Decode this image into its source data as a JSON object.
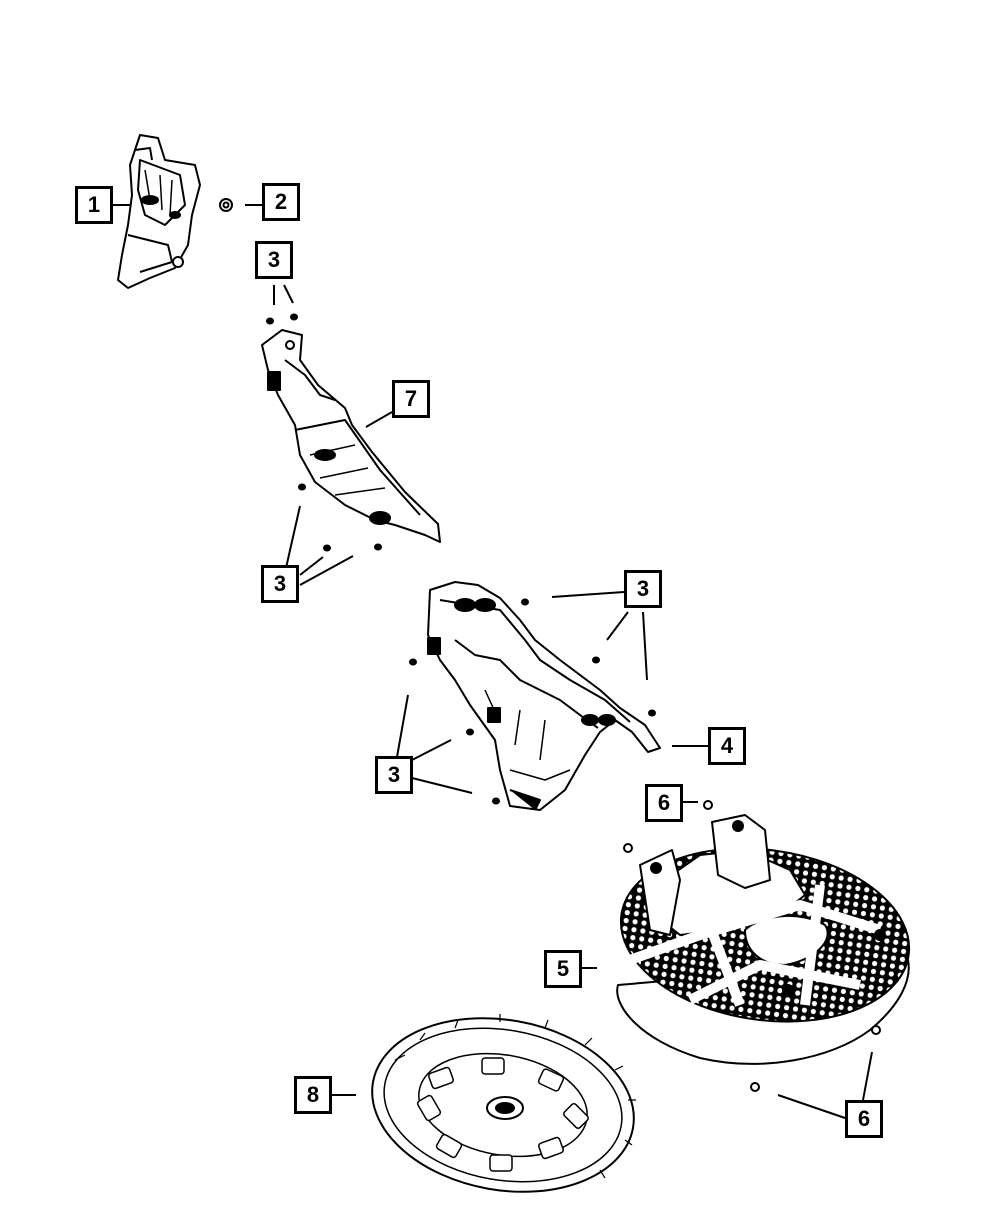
{
  "diagram": {
    "callouts": [
      {
        "id": "c1",
        "label": "1",
        "part": "heat-shield-upper"
      },
      {
        "id": "c2",
        "label": "2",
        "part": "nut"
      },
      {
        "id": "c3a",
        "label": "3",
        "part": "fastener"
      },
      {
        "id": "c3b",
        "label": "3",
        "part": "fastener"
      },
      {
        "id": "c3c",
        "label": "3",
        "part": "fastener"
      },
      {
        "id": "c3d",
        "label": "3",
        "part": "fastener"
      },
      {
        "id": "c4",
        "label": "4",
        "part": "heat-shield-rear"
      },
      {
        "id": "c5",
        "label": "5",
        "part": "spare-tire-carrier"
      },
      {
        "id": "c6a",
        "label": "6",
        "part": "nut"
      },
      {
        "id": "c6b",
        "label": "6",
        "part": "nut"
      },
      {
        "id": "c7",
        "label": "7",
        "part": "heat-shield-middle"
      },
      {
        "id": "c8",
        "label": "8",
        "part": "wheel-cover"
      }
    ],
    "line_color": "#000000",
    "fill_color": "#ffffff"
  }
}
